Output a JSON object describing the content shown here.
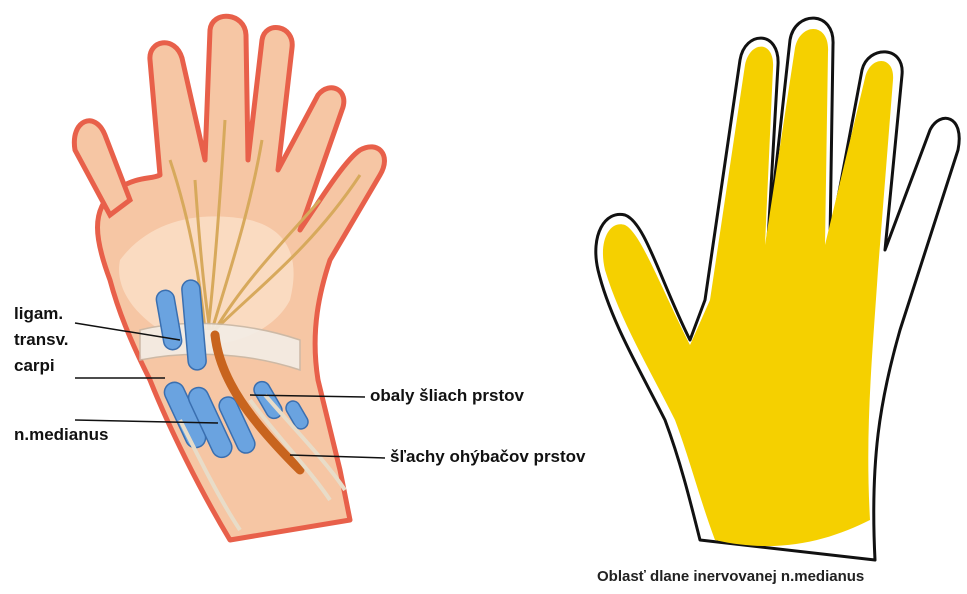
{
  "left_illustration": {
    "labels": {
      "ligament_line1": "ligam.",
      "ligament_line2": "transv.",
      "ligament_line3": "carpi",
      "median_nerve": "n.medianus",
      "tendon_sheaths": "obaly šliach prstov",
      "flexor_tendons": "šľachy ohýbačov prstov"
    }
  },
  "right_illustration": {
    "caption": "Oblasť dlane inervovanej n.medianus",
    "highlight_color": "#f5d000"
  },
  "colors": {
    "skin": "#f6c6a4",
    "skin_outline": "#e8604a",
    "nerve": "#e9c98a",
    "tendon_blue": "#6aa3e0",
    "median_nerve_orange": "#c8641e"
  }
}
